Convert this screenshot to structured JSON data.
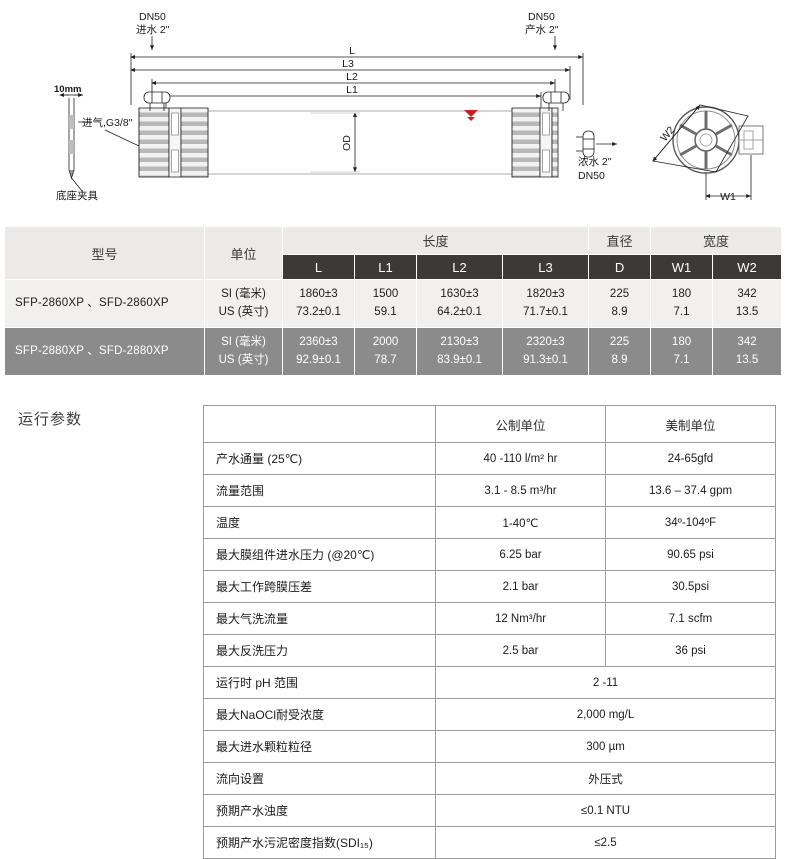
{
  "drawing": {
    "labels": {
      "feed_dn": "DN50",
      "feed_port": "进水 2\"",
      "permeate_dn": "DN50",
      "permeate_port": "产水 2\"",
      "concentrate_port": "浓水 2\"",
      "concentrate_dn": "DN50",
      "air_inlet": "进气,G3/8\"",
      "base_clamp": "底座夹具",
      "thickness": "10mm",
      "dim_L": "L",
      "dim_L1": "L1",
      "dim_L2": "L2",
      "dim_L3": "L3",
      "dim_OD": "OD",
      "dim_W1": "W1",
      "dim_W2": "W2"
    },
    "colors": {
      "line": "#231f20",
      "body_fill": "#b3b3b3",
      "marker": "#cc2028"
    }
  },
  "dim_table": {
    "header_top": [
      "型号",
      "单位",
      "长度",
      "直径",
      "宽度"
    ],
    "header_sub": [
      "L",
      "L1",
      "L2",
      "L3",
      "D",
      "W1",
      "W2"
    ],
    "unit_labels": {
      "si": "SI (毫米)",
      "us": "US (英寸)"
    },
    "rows": [
      {
        "model": "SFP-2860XP 、SFD-2860XP",
        "si": {
          "L": "1860±3",
          "L1": "1500",
          "L2": "1630±3",
          "L3": "1820±3",
          "D": "225",
          "W1": "180",
          "W2": "342"
        },
        "us": {
          "L": "73.2±0.1",
          "L1": "59.1",
          "L2": "64.2±0.1",
          "L3": "71.7±0.1",
          "D": "8.9",
          "W1": "7.1",
          "W2": "13.5"
        }
      },
      {
        "model": "SFP-2880XP 、SFD-2880XP",
        "si": {
          "L": "2360±3",
          "L1": "2000",
          "L2": "2130±3",
          "L3": "2320±3",
          "D": "225",
          "W1": "180",
          "W2": "342"
        },
        "us": {
          "L": "92.9±0.1",
          "L1": "78.7",
          "L2": "83.9±0.1",
          "L3": "91.3±0.1",
          "D": "8.9",
          "W1": "7.1",
          "W2": "13.5"
        }
      }
    ]
  },
  "operating": {
    "section_title": "运行参数",
    "columns": [
      "",
      "公制单位",
      "美制单位"
    ],
    "rows": [
      {
        "name": "产水通量 (25℃)",
        "metric": "40 -110 l/m² hr",
        "us": "24-65gfd",
        "span": false
      },
      {
        "name": "流量范围",
        "metric": "3.1 - 8.5 m³/hr",
        "us": "13.6 – 37.4 gpm",
        "span": false
      },
      {
        "name": "温度",
        "metric": "1-40℃",
        "us": "34º-104ºF",
        "span": false
      },
      {
        "name": "最大膜组件进水压力 (@20℃)",
        "metric": "6.25 bar",
        "us": "90.65 psi",
        "span": false
      },
      {
        "name": "最大工作跨膜压差",
        "metric": "2.1 bar",
        "us": "30.5psi",
        "span": false
      },
      {
        "name": "最大气洗流量",
        "metric": "12 Nm³/hr",
        "us": "7.1 scfm",
        "span": false
      },
      {
        "name": "最大反洗压力",
        "metric": "2.5 bar",
        "us": "36 psi",
        "span": false
      },
      {
        "name": "运行时 pH 范围",
        "metric": "2 -11",
        "us": "",
        "span": true
      },
      {
        "name": "最大NaOCl耐受浓度",
        "metric": "2,000 mg/L",
        "us": "",
        "span": true
      },
      {
        "name": "最大进水颗粒粒径",
        "metric": "300 µm",
        "us": "",
        "span": true
      },
      {
        "name": "流向设置",
        "metric": "外压式",
        "us": "",
        "span": true
      },
      {
        "name": "预期产水浊度",
        "metric": "≤0.1 NTU",
        "us": "",
        "span": true
      },
      {
        "name": "预期产水污泥密度指数(SDI₁₅)",
        "metric": "≤2.5",
        "us": "",
        "span": true
      }
    ]
  }
}
